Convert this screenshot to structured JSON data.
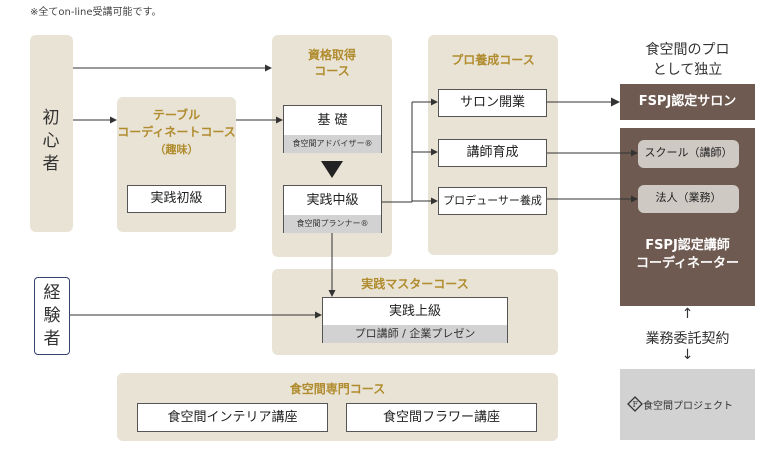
{
  "note": "※全てon-line受講可能です。",
  "beginner": {
    "label": "初心者"
  },
  "experienced": {
    "label": "経験者"
  },
  "table_course": {
    "title_l1": "テーブル",
    "title_l2": "コーディネートコース",
    "title_l3": "（趣味）",
    "box": "実践初級"
  },
  "qualification_course": {
    "title_l1": "資格取得",
    "title_l2": "コース",
    "basic": {
      "label": "基 礎",
      "sub": "食空間アドバイザー®"
    },
    "middle": {
      "label": "実践中級",
      "sub": "食空間プランナー®"
    }
  },
  "pro_course": {
    "title": "プロ養成コース",
    "items": [
      "サロン開業",
      "講師育成",
      "プロデューサー養成"
    ]
  },
  "master_course": {
    "title": "実践マスターコース",
    "box": "実践上級",
    "sub": "プロ講師 / 企業プレゼン"
  },
  "specialty_course": {
    "title": "食空間専門コース",
    "items": [
      "食空間インテリア講座",
      "食空間フラワー講座"
    ]
  },
  "independent": {
    "title_l1": "食空間のプロ",
    "title_l2": "として独立"
  },
  "salon": {
    "label": "FSPJ認定サロン"
  },
  "coordinator": {
    "items": [
      "スクール（講師）",
      "法人（業務）"
    ],
    "title_l1": "FSPJ認定講師",
    "title_l2": "コーディネーター"
  },
  "contract": {
    "label": "業務委託契約"
  },
  "project": {
    "label": "食空間プロジェクト"
  },
  "colors": {
    "gold": "#b08c2e",
    "beige": "#e9e3d5",
    "brown": "#6e5a50",
    "gray": "#d2d2d2"
  }
}
